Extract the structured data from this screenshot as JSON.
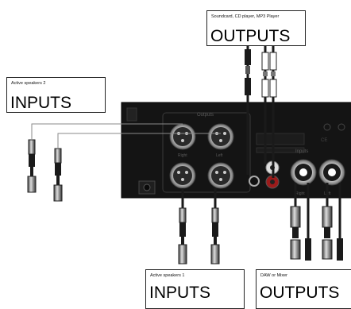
{
  "outputs_top": {
    "caption": "Soundcard, CD player, MP3 Player",
    "title": "OUTPUTS"
  },
  "inputs_left": {
    "caption": "Active speakers 2",
    "title": "INPUTS"
  },
  "inputs_bottom": {
    "caption": "Active speakers 1",
    "title": "INPUTS"
  },
  "outputs_bottom": {
    "caption": "DAW or Mixer",
    "title": "OUTPUTS"
  },
  "panel": {
    "section_outputs": "Outputs",
    "section_inputs": "Inputs",
    "jack_labels": [
      "Right",
      "Left",
      "Right",
      "Left"
    ]
  },
  "colors": {
    "panel": "#141414",
    "accent_red": "#9c1b1b",
    "cable": "#1a1a1a",
    "line": "#8a8a8a"
  }
}
